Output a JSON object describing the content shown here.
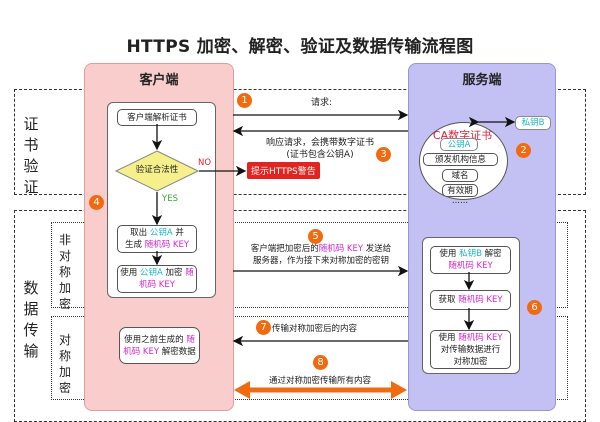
{
  "title": "HTTPS 加密、解密、验证及数据传输流程图",
  "lanes": {
    "client": "客户端",
    "server": "服务端"
  },
  "sections": {
    "cert_verify": "证书验证",
    "data_transfer": "数据传输",
    "asymmetric": "非对称加密",
    "symmetric": "对称加密"
  },
  "steps": [
    "1",
    "2",
    "3",
    "4",
    "5",
    "6",
    "7",
    "8"
  ],
  "client": {
    "parse_cert": "客户端解析证书",
    "verify": "验证合法性",
    "no": "NO",
    "yes": "YES",
    "warning": "提示HTTPS警告",
    "take_pubkey": {
      "p1": "取出",
      "k1": "公钥A",
      "p2": "并",
      "p3": "生成",
      "k2": "随机码 KEY"
    },
    "encrypt_key": {
      "p1": "使用",
      "k1": "公钥A",
      "p2": "加密",
      "k2": "随机码 KEY"
    },
    "decrypt_data": {
      "p1": "使用之前生成的",
      "k1": "随机码 KEY",
      "p2": "解密数据"
    }
  },
  "messages": {
    "request": "请求:",
    "response_l1": "响应请求，会携带数字证书",
    "response_l2": "(证书包含公钥A)",
    "send_key": {
      "p1": "客户端把加密后的",
      "k1": "随机码 KEY",
      "p2": "发送给",
      "p3": "服务器，作为接下来对称加密的密钥"
    },
    "transfer_encrypted": "传输对称加密后的内容",
    "transfer_all": "通过对称加密传输所有内容"
  },
  "server": {
    "ca_title": "CA数字证书",
    "pubkey": "公钥A",
    "privkey": "私钥B",
    "issuer": "颁发机构信息",
    "domain": "域名",
    "validity": "有效期",
    "more": "......",
    "decrypt_key": {
      "p1": "使用",
      "k1": "私钥B",
      "p2": "解密",
      "k2": "随机码 KEY"
    },
    "get_key": {
      "p1": "获取",
      "k1": "随机码 KEY"
    },
    "sym_encrypt": {
      "p1": "使用",
      "k1": "随机码 KEY",
      "p2": "对传输数据进行",
      "p3": "对称加密"
    }
  },
  "colors": {
    "client_lane": "#f8cdcc",
    "server_lane": "#c3c0f3",
    "badge": "#f26a10",
    "key_cyan": "#1bb8c4",
    "key_magenta": "#d326d3",
    "warning_red": "#e2231f",
    "diamond": "#f5f08c"
  }
}
